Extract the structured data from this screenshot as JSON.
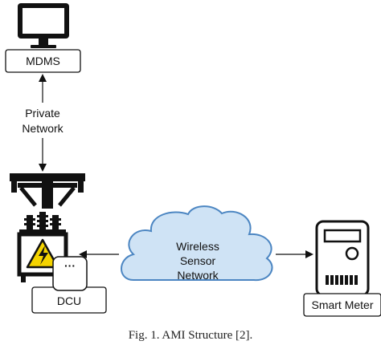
{
  "labels": {
    "mdms": "MDMS",
    "private_network": [
      "Private",
      "Network"
    ],
    "wireless_network": [
      "Wireless",
      "Sensor",
      "Network"
    ],
    "dcu": "DCU",
    "smart_meter": "Smart Meter",
    "dcu_device_dots": "···"
  },
  "caption": "Fig. 1.  AMI Structure [2].",
  "colors": {
    "cloud_fill": "#cfe3f5",
    "cloud_stroke": "#4c86c2",
    "warning_fill": "#f5d400",
    "line": "#111111"
  },
  "icons": [
    "monitor-icon",
    "power-pole-icon",
    "transformer-icon",
    "lightning-icon",
    "cloud-icon",
    "smart-meter-icon"
  ]
}
